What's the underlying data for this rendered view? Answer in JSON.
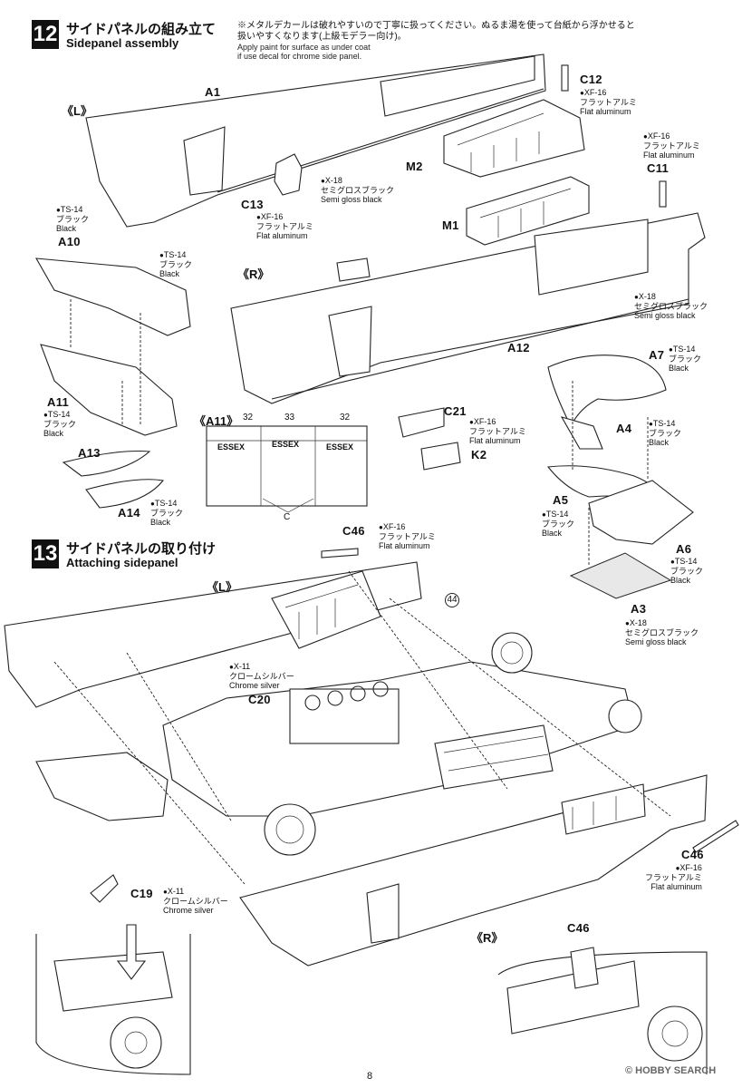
{
  "step12": {
    "number": "12",
    "title_jp": "サイドパネルの組み立て",
    "title_en": "Sidepanel assembly",
    "note_jp_1": "※メタルデカールは破れやすいので丁寧に扱ってください。ぬるま湯を使って台紙から浮かせると",
    "note_jp_2": "扱いやすくなります(上級モデラー向け)。",
    "note_en_1": "Apply paint for surface as under coat",
    "note_en_2": "if use decal for chrome side panel."
  },
  "step13": {
    "number": "13",
    "title_jp": "サイドパネルの取り付け",
    "title_en": "Attaching sidepanel"
  },
  "sides": {
    "left": "《L》",
    "right": "《R》",
    "a11": "《A11》"
  },
  "parts": {
    "A1": "A1",
    "A3": "A3",
    "A4": "A4",
    "A5": "A5",
    "A6": "A6",
    "A7": "A7",
    "A10": "A10",
    "A11": "A11",
    "A12": "A12",
    "A13": "A13",
    "A14": "A14",
    "C11": "C11",
    "C12": "C12",
    "C13": "C13",
    "C19": "C19",
    "C20": "C20",
    "C21": "C21",
    "C46": "C46",
    "K2": "K2",
    "M1": "M1",
    "M2": "M2",
    "C": "C"
  },
  "paints": {
    "xf16": {
      "code": "XF-16",
      "jp": "フラットアルミ",
      "en": "Flat aluminum"
    },
    "x18": {
      "code": "X-18",
      "jp": "セミグロスブラック",
      "en": "Semi gloss black"
    },
    "ts14": {
      "code": "TS-14",
      "jp": "ブラック",
      "en": "Black"
    },
    "x11": {
      "code": "X-11",
      "jp": "クロームシルバー",
      "en": "Chrome silver"
    }
  },
  "decals": {
    "d32a": "32",
    "d33": "33",
    "d32b": "32",
    "brand": "ESSEX"
  },
  "callout44": "44",
  "page_number": "8",
  "watermark": "© HOBBY SEARCH",
  "colors": {
    "ink": "#111111",
    "step_box": "#111111"
  }
}
